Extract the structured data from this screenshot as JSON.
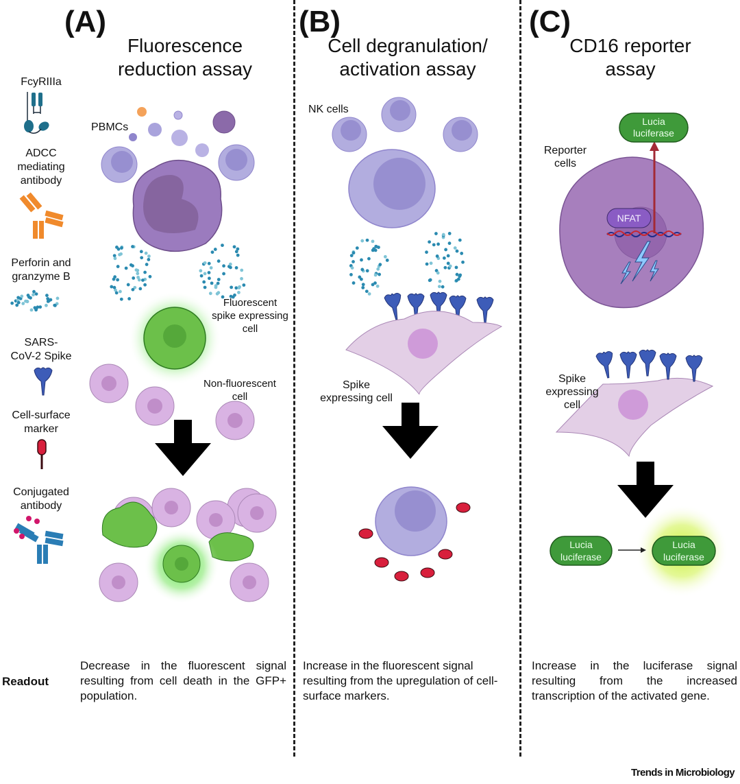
{
  "panels": [
    {
      "label": "(A)",
      "title_line1": "Fluorescence",
      "title_line2": "reduction assay",
      "annotations": {
        "pbmcs": "PBMCs",
        "fluor_cell_1": "Fluorescent",
        "fluor_cell_2": "spike expressing",
        "fluor_cell_3": "cell",
        "nonfluor_1": "Non-fluorescent",
        "nonfluor_2": "cell"
      },
      "readout": "Decrease in the fluorescent signal resulting from cell death in the GFP+ population."
    },
    {
      "label": "(B)",
      "title_line1": "Cell degranulation/",
      "title_line2": "activation assay",
      "annotations": {
        "nk_cells": "NK cells",
        "spike_cell_1": "Spike",
        "spike_cell_2": "expressing cell"
      },
      "readout": "Increase in the fluorescent signal resulting from the upregulation of cell-surface markers."
    },
    {
      "label": "(C)",
      "title_line1": "CD16 reporter",
      "title_line2": "assay",
      "annotations": {
        "reporter_1": "Reporter",
        "reporter_2": "cells",
        "nfat": "NFAT",
        "luc_1": "Lucia",
        "luc_2": "luciferase",
        "spike_cell_1": "Spike",
        "spike_cell_2": "expressing",
        "spike_cell_3": "cell"
      },
      "readout": "Increase in the luciferase signal resulting from the increased transcription of the activated gene."
    }
  ],
  "legend": [
    {
      "line1": "FcyRIIIa",
      "line2": "",
      "line3": "",
      "icon": "fcgr3a-receptor-icon"
    },
    {
      "line1": "ADCC",
      "line2": "mediating",
      "line3": "antibody",
      "icon": "antibody-icon"
    },
    {
      "line1": "Perforin and",
      "line2": "granzyme B",
      "line3": "",
      "icon": "granules-icon"
    },
    {
      "line1": "SARS-",
      "line2": "CoV-2 Spike",
      "line3": "",
      "icon": "spike-protein-icon"
    },
    {
      "line1": "Cell-surface",
      "line2": "marker",
      "line3": "",
      "icon": "cell-surface-marker-icon"
    },
    {
      "line1": "Conjugated",
      "line2": "antibody",
      "line3": "",
      "icon": "conjugated-antibody-icon"
    }
  ],
  "readout_label": "Readout",
  "footer": "Trends in Microbiology",
  "colors": {
    "receptor": "#1f6f8b",
    "antibody": "#f08a2c",
    "spike": "#3d5cb8",
    "marker": "#d81f3c",
    "nk_cell": "#a9a3dc",
    "nk_nucleus": "#8f85cc",
    "target_cell": "#d9b3e3",
    "reporter_cell": "#a77fbd",
    "gfp": "#6cc04a",
    "luciferase": "#3f9a3a",
    "glow": "#c8f03a",
    "conjugate": "#d1166b"
  }
}
